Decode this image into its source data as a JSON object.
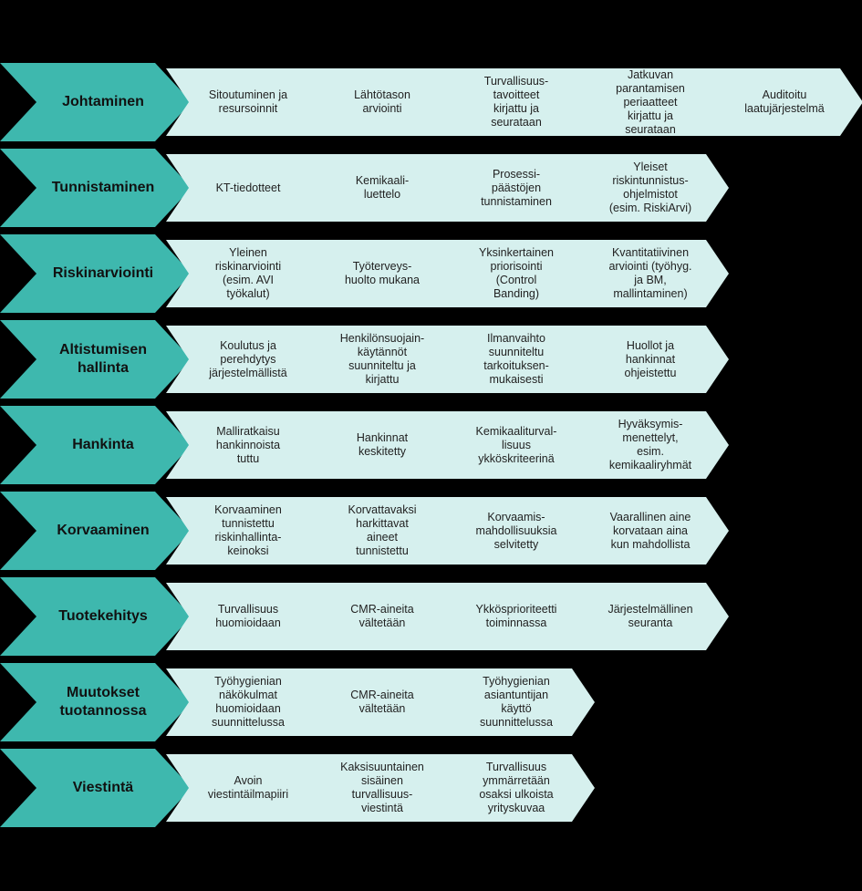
{
  "rows": [
    {
      "header": "Johtaminen",
      "steps": [
        "Sitoutuminen ja\nresursoinnit",
        "Lähtötason\narviointi",
        "Turvallisuus-\ntavoitteet\nkirjattu ja\nseurataan",
        "Jatkuvan\nparantamisen\nperiaatteet\nkirjattu ja\nseurataan",
        "Auditoitu\nlaatujärjestelmä"
      ]
    },
    {
      "header": "Tunnistaminen",
      "steps": [
        "KT-tiedotteet",
        "Kemikaali-\nluettelo",
        "Prosessi-\npäästöjen\ntunnistaminen",
        "Yleiset\nriskintunnistus-\nohjelmistot\n(esim. RiskiArvi)"
      ]
    },
    {
      "header": "Riskinarviointi",
      "steps": [
        "Yleinen\nriskinarviointi\n(esim. AVI\ntyökalut)",
        "Työterveys-\nhuolto mukana",
        "Yksinkertainen\npriorisointi\n(Control\nBanding)",
        "Kvantitatiivinen\narviointi (työhyg.\nja BM,\nmallintaminen)"
      ]
    },
    {
      "header": "Altistumisen\nhallinta",
      "steps": [
        "Koulutus ja\nperehdytys\njärjestelmällistä",
        "Henkilönsuojain-\nkäytännöt\nsuunniteltu ja\nkirjattu",
        "Ilmanvaihto\nsuunniteltu\ntarkoituksen-\nmukaisesti",
        "Huollot ja\nhankinnat\nohjeistettu"
      ]
    },
    {
      "header": "Hankinta",
      "steps": [
        "Malliratkaisu\nhankinnoista\ntuttu",
        "Hankinnat\nkeskitetty",
        "Kemikaaliturval-\nlisuus\nykköskriteerinä",
        "Hyväksymis-\nmenettelyt,\nesim.\nkemikaaliryhmät"
      ]
    },
    {
      "header": "Korvaaminen",
      "steps": [
        "Korvaaminen\ntunnistettu\nriskinhallinta-\nkeinoksi",
        "Korvattavaksi\nharkittavat\naineet\ntunnistettu",
        "Korvaamis-\nmahdollisuuksia\nselvitetty",
        "Vaarallinen aine\nkorvataan aina\nkun mahdollista"
      ]
    },
    {
      "header": "Tuotekehitys",
      "steps": [
        "Turvallisuus\nhuomioidaan",
        "CMR-aineita\nvältetään",
        "Ykkösprioriteetti\ntoiminnassa",
        "Järjestelmällinen\nseuranta"
      ]
    },
    {
      "header": "Muutokset\ntuotannossa",
      "steps": [
        "Työhygienian\nnäkökulmat\nhuomioidaan\nsuunnittelussa",
        "CMR-aineita\nvältetään",
        "Työhygienian\nasiantuntijan\nkäyttö\nsuunnittelussa"
      ]
    },
    {
      "header": "Viestintä",
      "steps": [
        "Avoin\nviestintäilmapiiri",
        "Kaksisuuntainen\nsisäinen\nturvallisuus-\nviestintä",
        "Turvallisuus\nymmärretään\nosaksi ulkoista\nyrityskuvaa"
      ]
    }
  ],
  "colors": {
    "background": "#000000",
    "header_fill": "#3eb8ae",
    "step_fill": "#d6f0ee",
    "text": "#111111"
  }
}
